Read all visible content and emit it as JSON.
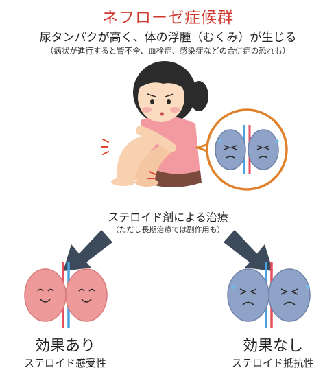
{
  "title": "ネフローゼ症候群",
  "subtitle": "尿タンパクが高く、体の浮腫（むくみ）が生じる",
  "note": "（病状が進行すると腎不全、血栓症、感染症などの合併症の恐れも）",
  "treatment": {
    "label": "ステロイド剤による治療",
    "note": "（ただし長期治療では副作用も）"
  },
  "outcomes": [
    {
      "label": "効果あり",
      "sublabel": "ステロイド感受性"
    },
    {
      "label": "効果なし",
      "sublabel": "ステロイド抵抗性"
    }
  ],
  "colors": {
    "title": "#d0392f",
    "healthy_kidney": "#ef9a9a",
    "sick_kidney": "#8fa3c8",
    "arrow": "#3c4a5c",
    "bubble_border": "#e0812b",
    "artery": "#e5505f",
    "vein": "#4aa3df"
  }
}
